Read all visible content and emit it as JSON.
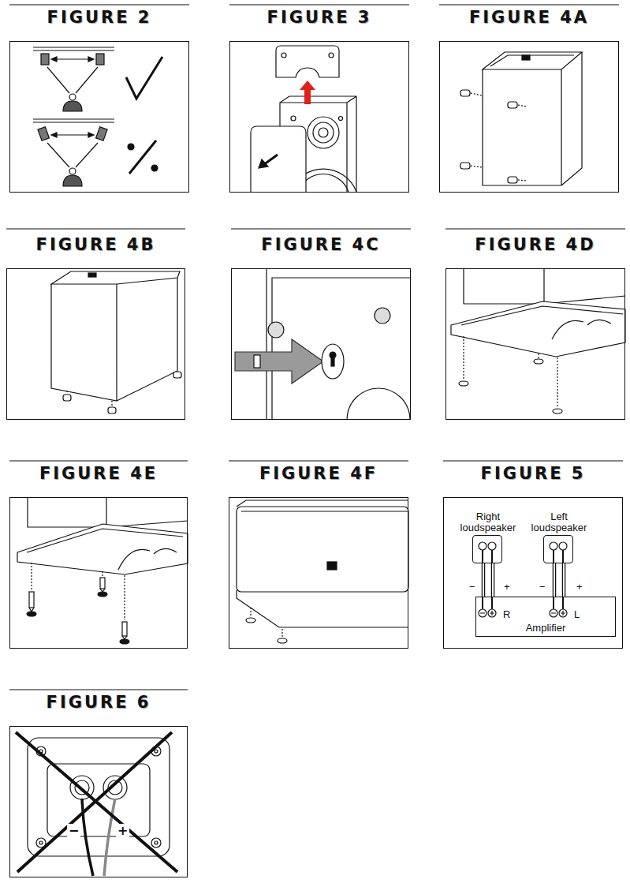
{
  "diagram": {
    "nodes": [
      {
        "text": [
          "FIGURE 2"
        ]
      },
      {
        "text": [
          "FIGURE 3"
        ]
      },
      {
        "text": [
          "FIGURE 4A"
        ]
      },
      {
        "text": [
          "FIGURE 4B"
        ]
      },
      {
        "text": [
          "FIGURE 4C"
        ]
      },
      {
        "text": [
          "FIGURE 4D"
        ]
      },
      {
        "text": [
          "FIGURE 4E"
        ]
      },
      {
        "text": [
          "FIGURE 4F"
        ]
      },
      {
        "text": [
          "FIGURE 5"
        ]
      },
      {
        "text": [
          "Right loudspeaker"
        ],
        "in": 8
      },
      {
        "text": [
          "Left loudspeaker"
        ],
        "in": 8
      },
      {
        "text": [
          "Amplifier"
        ],
        "in": 8
      },
      {
        "text": [
          "FIGURE 6"
        ]
      }
    ],
    "edges": [
      {
        "from": 11,
        "to": 9,
        "arrow": "none"
      },
      {
        "from": 11,
        "to": 9,
        "arrow": "none"
      },
      {
        "from": 11,
        "to": 10,
        "arrow": "none"
      },
      {
        "from": 11,
        "to": 10,
        "arrow": "none"
      }
    ],
    "labels": [
      "−",
      "+",
      "−",
      "+",
      "R",
      "L",
      "−",
      "+"
    ]
  }
}
